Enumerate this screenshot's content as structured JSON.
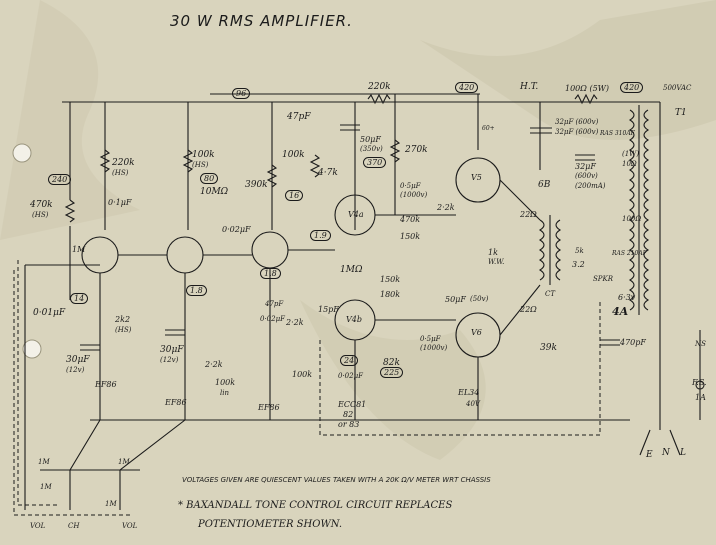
{
  "title": "30 W  RMS  AMPLIFIER.",
  "colors": {
    "paper": "#d9d4bd",
    "ink": "#1b1b1b",
    "stain": "#b7b29a"
  },
  "tubes": [
    {
      "id": "V1",
      "label": "EF86"
    },
    {
      "id": "V2",
      "label": "EF86"
    },
    {
      "id": "V3",
      "label": "EF86"
    },
    {
      "id": "V4",
      "label": "V4a"
    },
    {
      "id": "V4b",
      "label": "V4b"
    },
    {
      "id": "V5",
      "label": "V5"
    },
    {
      "id": "V6",
      "label": "V6"
    }
  ],
  "component_labels": [
    "220k",
    "(HS)",
    "470k",
    "(HS)",
    "0·1μF",
    "1M",
    "0·01μF",
    "30μF",
    "(12v)",
    "2k2",
    "(HS)",
    "100k",
    "(HS)",
    "10MΩ",
    "0·02μF",
    "390k",
    "30μF",
    "(12v)",
    "2·2k",
    "100k",
    "lin",
    "47pF",
    "100k",
    "4·7k",
    "2·2k",
    "0·02μF",
    "47pF",
    "15pF",
    "100k",
    "220k",
    "50μF",
    "(350v)",
    "270k",
    "0·5μF",
    "(1000v)",
    "2·2k",
    "470k",
    "150k",
    "1MΩ",
    "150k",
    "180k",
    "0·5μF",
    "(1000v)",
    "50μF",
    "(50v)",
    "82k",
    "0·02μF",
    "100Ω (5W)",
    "32μF (600v)",
    "32μF",
    "(600v)",
    "(200mA)",
    "32μF (600v)",
    "22Ω",
    "22Ω",
    "1k",
    "W.W.",
    "39k",
    "470pF",
    "3.2",
    "5k",
    "500VAC",
    "(1W)",
    "10Ω",
    "100Ω",
    "6·3v",
    "4A",
    "RAS 310AF",
    "RAS 210AF",
    "F.S.",
    "1A"
  ],
  "voltage_marks": [
    "240",
    "96",
    "14",
    "80",
    "1.8",
    "16",
    "1.9",
    "1.8",
    "370",
    "24",
    "225",
    "420",
    "420"
  ],
  "misc_labels": [
    "H.T.",
    "6B",
    "T1",
    "ECC81",
    "82",
    "or 83",
    "EL34",
    "40V",
    "E",
    "N",
    "L",
    "NS",
    "1M",
    "1M",
    "VOL",
    "CH",
    "VOL",
    "1M",
    "1M",
    "SPKR",
    "CT",
    "60+"
  ],
  "footnotes": {
    "voltages": "VOLTAGES  GIVEN  ARE  QUIESCENT VALUES  TAKEN  WITH  A 20K Ω/V METER  WRT CHASSIS",
    "star": "*  BAXANDALL  TONE  CONTROL  CIRCUIT  REPLACES",
    "star2": "POTENTIOMETER  SHOWN."
  },
  "stains": [
    "binder-hole-top",
    "binder-hole-bottom"
  ]
}
